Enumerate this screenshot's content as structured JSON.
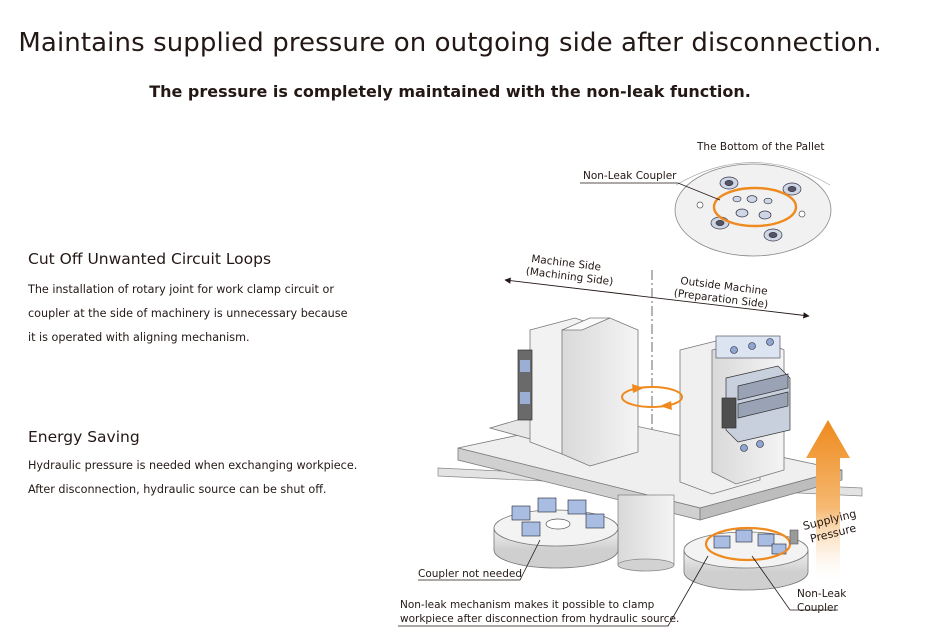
{
  "header": {
    "title": "Maintains supplied pressure on outgoing side after disconnection.",
    "subtitle": "The pressure is completely maintained with the non-leak function."
  },
  "sections": [
    {
      "heading": "Cut Off Unwanted Circuit Loops",
      "lines": [
        "The installation of rotary joint for work clamp circuit or",
        "coupler at the side of machinery is unnecessary because",
        "it is operated with aligning mechanism."
      ]
    },
    {
      "heading": "Energy Saving",
      "lines": [
        "Hydraulic pressure is needed when exchanging workpiece.",
        "After disconnection, hydraulic source can be shut off."
      ]
    }
  ],
  "diagram": {
    "pallet_bottom": "The Bottom of the Pallet",
    "non_leak_coupler_top": "Non-Leak Coupler",
    "machine_side": [
      "Machine Side",
      "(Machining Side)"
    ],
    "outside_machine": [
      "Outside Machine",
      "(Preparation Side)"
    ],
    "supplying_pressure": [
      "Supplying",
      "Pressure"
    ],
    "coupler_not_needed": "Coupler not needed",
    "non_leak_mechanism": [
      "Non-leak mechanism makes it possible to clamp",
      "workpiece after disconnection from hydraulic source."
    ],
    "non_leak_coupler_bottom": [
      "Non-Leak",
      "Coupler"
    ]
  },
  "colors": {
    "text": "#231815",
    "highlight_orange": "#ee8a1e",
    "metal_light": "#ececec",
    "metal_mid": "#c9c9c9",
    "metal_dark": "#8c8c8c",
    "accent_blue": "#6f8fc8"
  }
}
